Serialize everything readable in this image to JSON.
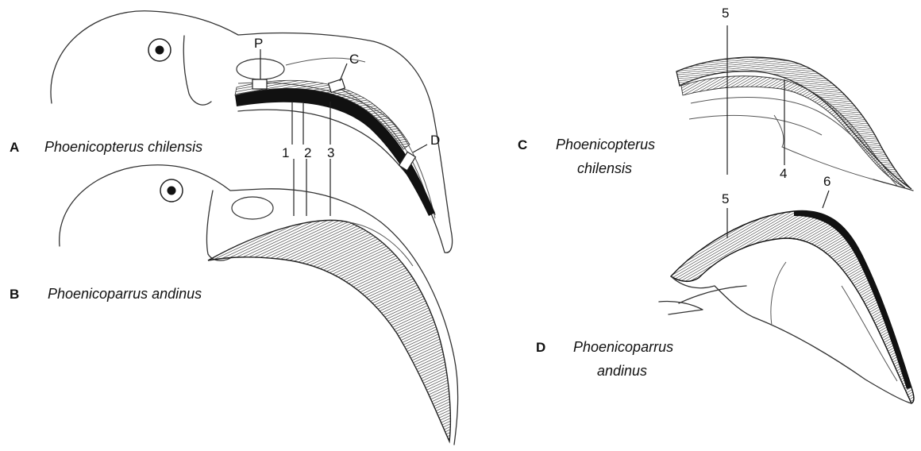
{
  "panels": {
    "A": {
      "letter": "A",
      "species": "Phoenicopterus chilensis"
    },
    "B": {
      "letter": "B",
      "species": "Phoenicoparrus andinus"
    },
    "C": {
      "letter": "C",
      "species_line1": "Phoenicopterus",
      "species_line2": "chilensis"
    },
    "D": {
      "letter": "D",
      "species_line1": "Phoenicoparrus",
      "species_line2": "andinus"
    }
  },
  "section_boxes": {
    "P": "P",
    "C": "C",
    "D": "D"
  },
  "numbers": {
    "n1": "1",
    "n2": "2",
    "n3": "3",
    "n4": "4",
    "n5_top": "5",
    "n5_mid": "5",
    "n6": "6"
  },
  "colors": {
    "ink": "#111111",
    "lamellae": "#3a3a3a",
    "background": "#ffffff"
  }
}
